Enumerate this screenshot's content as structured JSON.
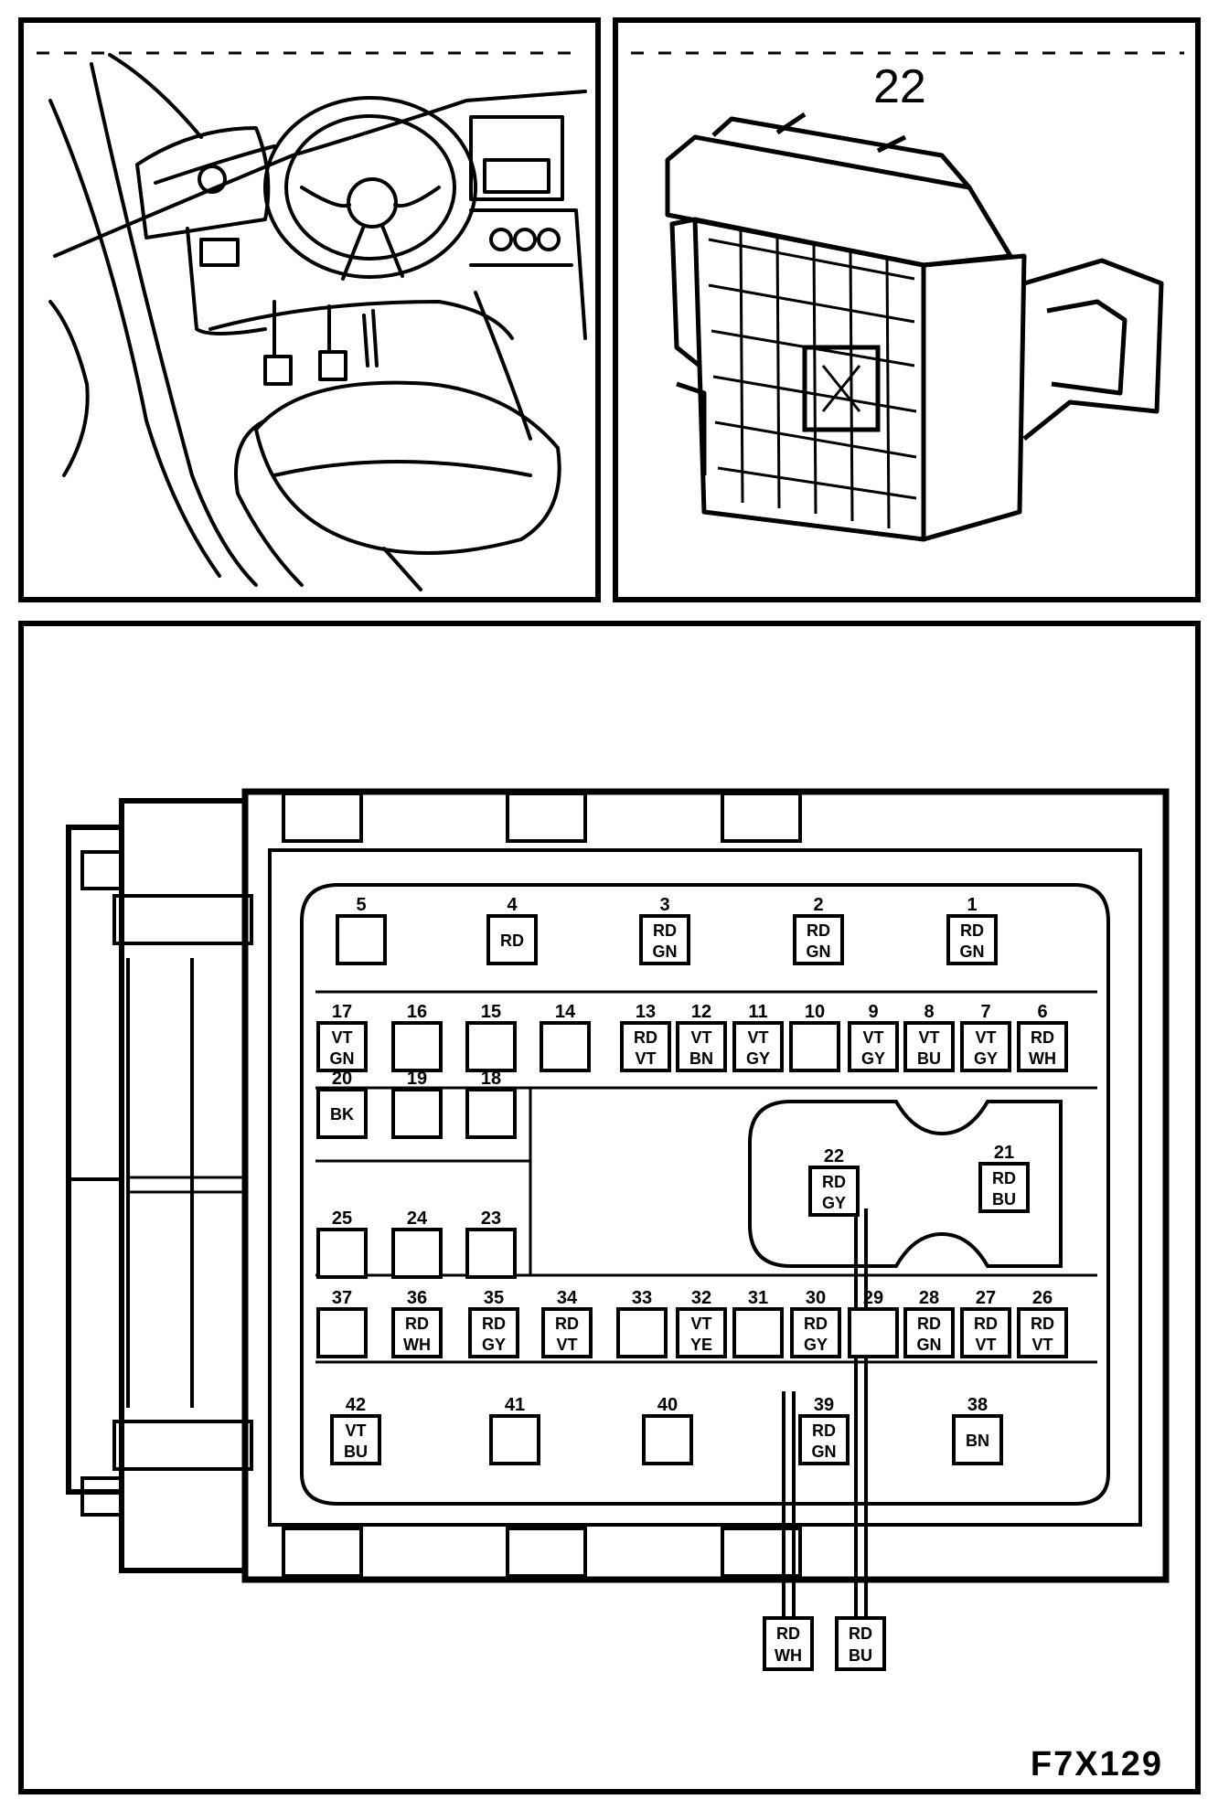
{
  "connector_number": "22",
  "figure_ref": "F7X129",
  "pins": [
    {
      "n": "5",
      "codes": []
    },
    {
      "n": "4",
      "codes": [
        "RD"
      ]
    },
    {
      "n": "3",
      "codes": [
        "RD",
        "GN"
      ]
    },
    {
      "n": "2",
      "codes": [
        "RD",
        "GN"
      ]
    },
    {
      "n": "1",
      "codes": [
        "RD",
        "GN"
      ]
    },
    {
      "n": "17",
      "codes": [
        "VT",
        "GN"
      ]
    },
    {
      "n": "16",
      "codes": []
    },
    {
      "n": "15",
      "codes": []
    },
    {
      "n": "14",
      "codes": []
    },
    {
      "n": "13",
      "codes": [
        "RD",
        "VT"
      ]
    },
    {
      "n": "12",
      "codes": [
        "VT",
        "BN"
      ]
    },
    {
      "n": "11",
      "codes": [
        "VT",
        "GY"
      ]
    },
    {
      "n": "10",
      "codes": []
    },
    {
      "n": "9",
      "codes": [
        "VT",
        "GY"
      ]
    },
    {
      "n": "8",
      "codes": [
        "VT",
        "BU"
      ]
    },
    {
      "n": "7",
      "codes": [
        "VT",
        "GY"
      ]
    },
    {
      "n": "6",
      "codes": [
        "RD",
        "WH"
      ]
    },
    {
      "n": "20",
      "codes": [
        "BK"
      ]
    },
    {
      "n": "19",
      "codes": []
    },
    {
      "n": "18",
      "codes": []
    },
    {
      "n": "22",
      "codes": [
        "RD",
        "GY"
      ]
    },
    {
      "n": "21",
      "codes": [
        "RD",
        "BU"
      ]
    },
    {
      "n": "25",
      "codes": []
    },
    {
      "n": "24",
      "codes": []
    },
    {
      "n": "23",
      "codes": []
    },
    {
      "n": "37",
      "codes": []
    },
    {
      "n": "36",
      "codes": [
        "RD",
        "WH"
      ]
    },
    {
      "n": "35",
      "codes": [
        "RD",
        "GY"
      ]
    },
    {
      "n": "34",
      "codes": [
        "RD",
        "VT"
      ]
    },
    {
      "n": "33",
      "codes": []
    },
    {
      "n": "32",
      "codes": [
        "VT",
        "YE"
      ]
    },
    {
      "n": "31",
      "codes": []
    },
    {
      "n": "30",
      "codes": [
        "RD",
        "GY"
      ]
    },
    {
      "n": "29",
      "codes": []
    },
    {
      "n": "28",
      "codes": [
        "RD",
        "GN"
      ]
    },
    {
      "n": "27",
      "codes": [
        "RD",
        "VT"
      ]
    },
    {
      "n": "26",
      "codes": [
        "RD",
        "VT"
      ]
    },
    {
      "n": "42",
      "codes": [
        "VT",
        "BU"
      ]
    },
    {
      "n": "41",
      "codes": []
    },
    {
      "n": "40",
      "codes": []
    },
    {
      "n": "39",
      "codes": [
        "RD",
        "GN"
      ]
    },
    {
      "n": "38",
      "codes": [
        "BN"
      ]
    }
  ],
  "external_wires": [
    {
      "codes": [
        "RD",
        "WH"
      ]
    },
    {
      "codes": [
        "RD",
        "BU"
      ]
    }
  ]
}
